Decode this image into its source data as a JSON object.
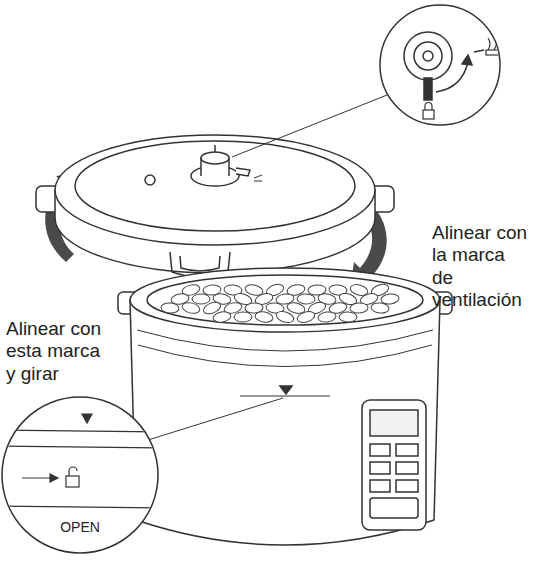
{
  "diagram": {
    "labels": [
      "Alinear con la marca de ventilación",
      "Alinear con esta marca y girar",
      "OPEN"
    ]
  }
}
